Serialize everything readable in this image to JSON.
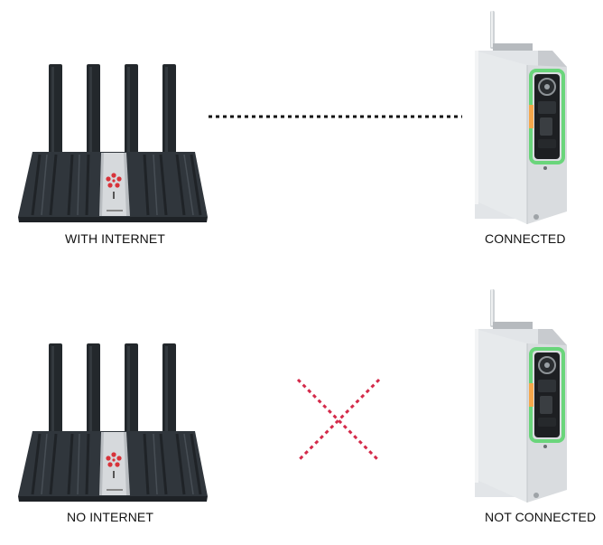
{
  "rows": [
    {
      "router_label": "WITH INTERNET",
      "device_label": "CONNECTED",
      "link_state": "connected",
      "link_color": "#111111",
      "link_icon": "dotted-line"
    },
    {
      "router_label": "NO INTERNET",
      "device_label": "NOT CONNECTED",
      "link_state": "not-connected",
      "link_color": "#d42a4a",
      "link_icon": "dotted-cross"
    }
  ],
  "icons": {
    "router": "router-icon",
    "device": "controller-box-icon"
  },
  "colors": {
    "router_body": "#2f353b",
    "router_antenna": "#24282c",
    "router_accent": "#d8333a",
    "device_body": "#dfe2e5",
    "device_led_green": "#56d36a",
    "device_led_orange": "#f08a2c"
  }
}
